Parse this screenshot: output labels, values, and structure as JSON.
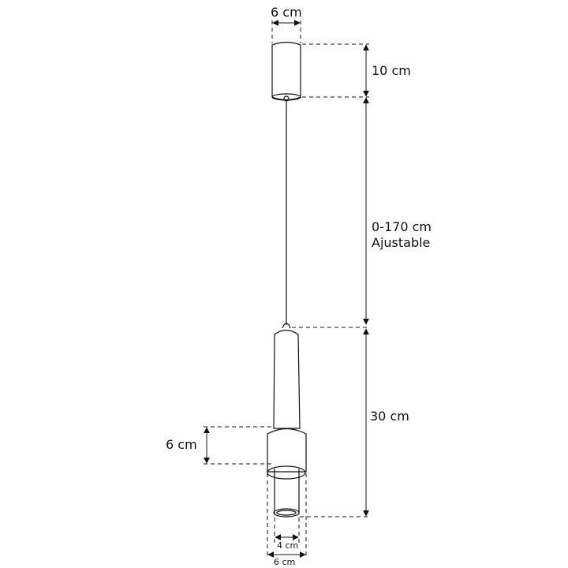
{
  "diagram": {
    "subject": "Pendant lamp dimensions",
    "colors": {
      "line": "#111111",
      "background": "#ffffff"
    },
    "labels": {
      "canopy_width": "6 cm",
      "canopy_height": "10 cm",
      "cable_length_value": "0-170 cm",
      "cable_length_note": "Ajustable",
      "body_length": "30 cm",
      "ring_height": "6 cm",
      "inner_diameter": "4 cm",
      "outer_diameter": "6 cm"
    },
    "parts": [
      "canopy",
      "suspension-cable",
      "lamp-body",
      "outer-ring",
      "inner-tube",
      "lens"
    ]
  }
}
